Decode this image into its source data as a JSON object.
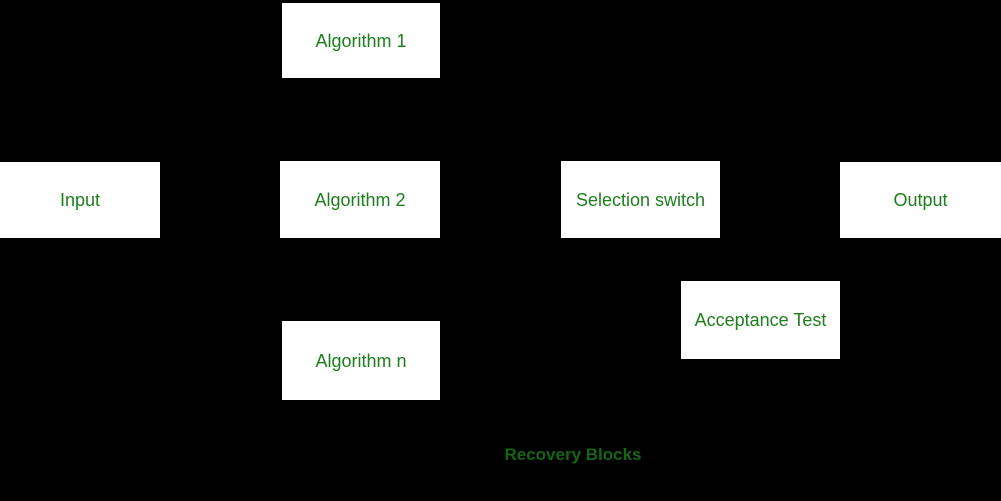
{
  "diagram": {
    "title": "Recovery Blocks",
    "colors": {
      "background": "#000000",
      "box_fill": "#ffffff",
      "label_green": "#1e7e1e",
      "title_green": "#156515"
    },
    "nodes": [
      {
        "id": "algorithm-1",
        "label": "Algorithm 1"
      },
      {
        "id": "input",
        "label": "Input"
      },
      {
        "id": "algorithm-2",
        "label": "Algorithm 2"
      },
      {
        "id": "selection-switch",
        "label": "Selection switch"
      },
      {
        "id": "output",
        "label": "Output"
      },
      {
        "id": "algorithm-n",
        "label": "Algorithm n"
      },
      {
        "id": "acceptance-test",
        "label": "Acceptance Test"
      }
    ]
  }
}
